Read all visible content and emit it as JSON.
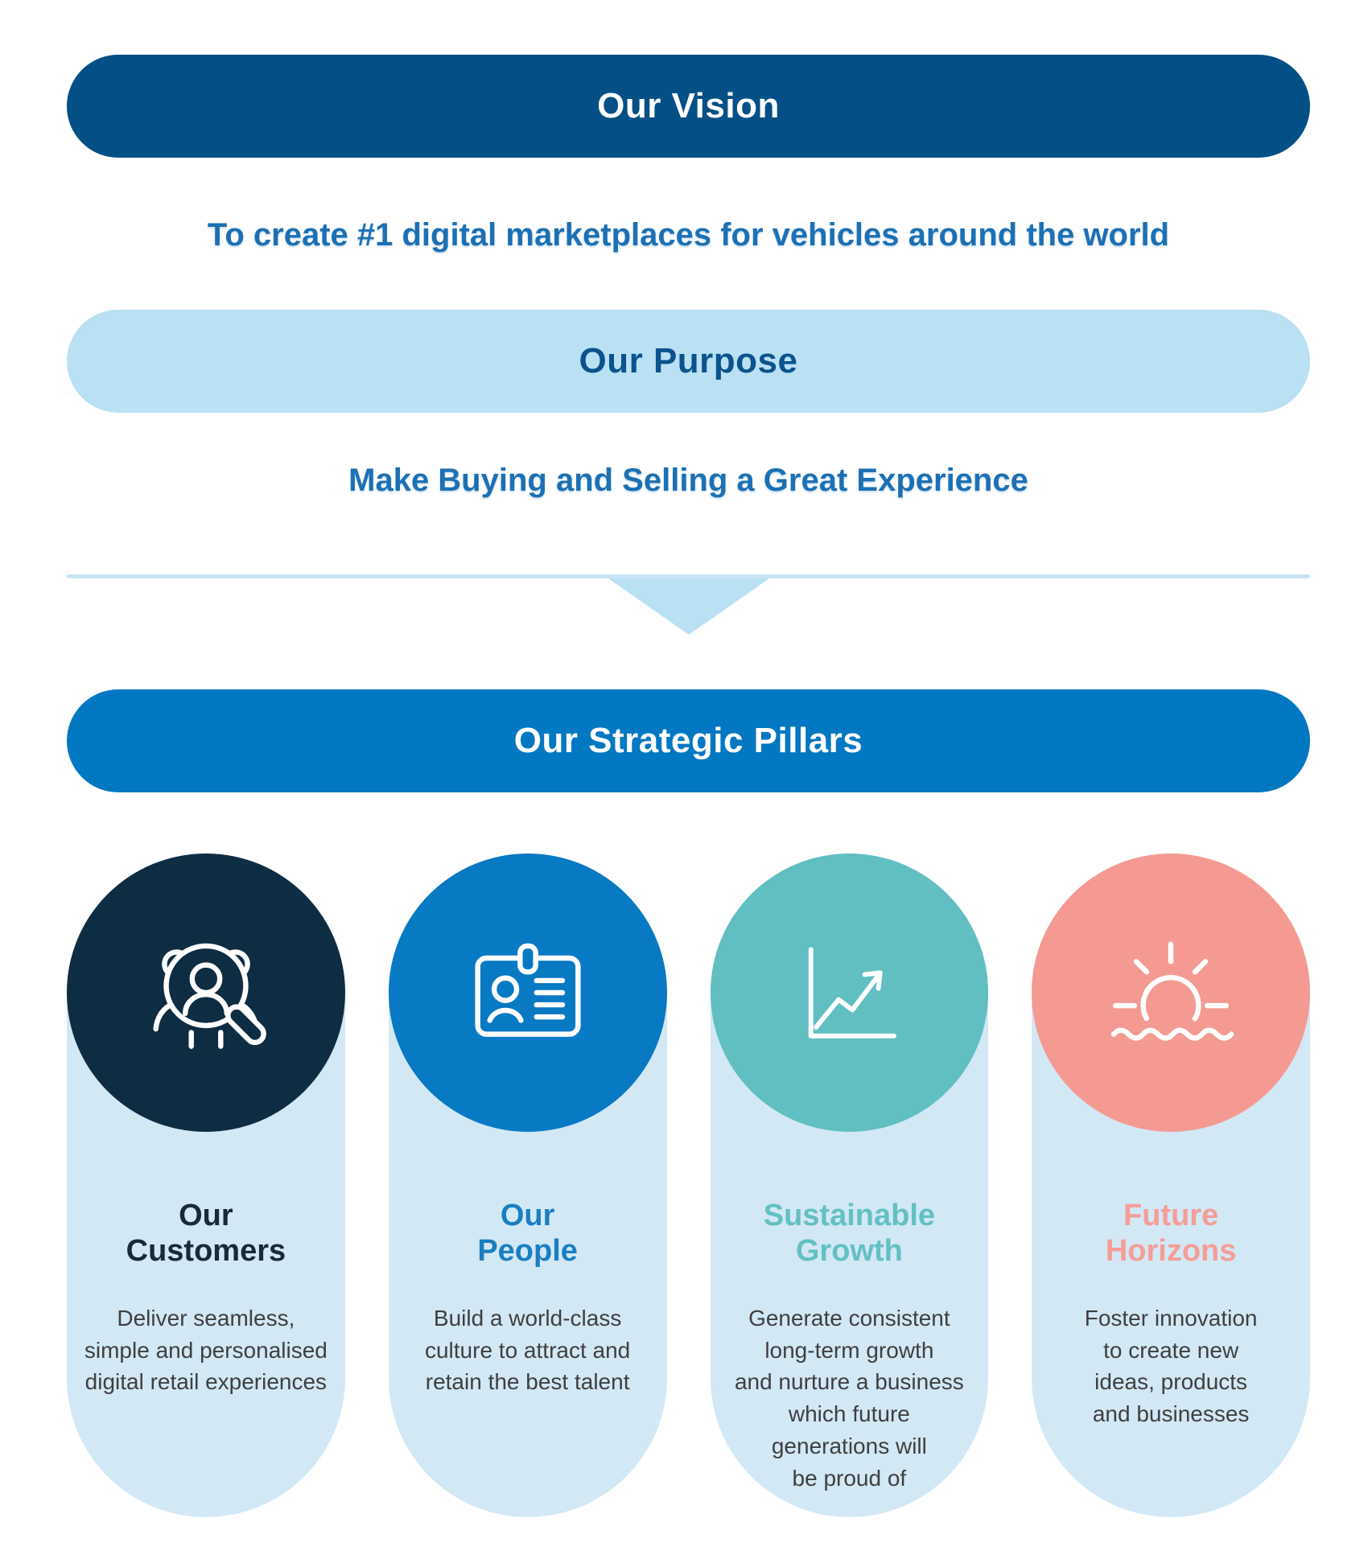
{
  "vision": {
    "label": "Our Vision",
    "bg": "#034f86",
    "text_color": "#ffffff",
    "statement": "To create #1 digital marketplaces for vehicles around the world"
  },
  "purpose": {
    "label": "Our Purpose",
    "bg": "#b9e0f3",
    "text_color": "#0b538c",
    "statement": "Make Buying and Selling a Great Experience"
  },
  "strategic": {
    "label": "Our Strategic Pillars",
    "bg": "#0378c2",
    "text_color": "#ffffff"
  },
  "divider": {
    "line_color": "#c7e6f5",
    "arrow_color": "#b9e0f3"
  },
  "colors": {
    "statement_text": "#1c70b4",
    "card_bg": "#d2e8f5",
    "body_text": "#3f3f3f"
  },
  "pillars": [
    {
      "title": "Our\nCustomers",
      "title_color": "#17293b",
      "circle_color": "#0e2c42",
      "icon": "people-search-icon",
      "description": "Deliver seamless,\nsimple and personalised\ndigital retail experiences"
    },
    {
      "title": "Our\nPeople",
      "title_color": "#1b7ec2",
      "circle_color": "#0879c3",
      "icon": "id-badge-icon",
      "description": "Build a world-class\nculture to attract and\nretain the best talent"
    },
    {
      "title": "Sustainable\nGrowth",
      "title_color": "#63c0c3",
      "circle_color": "#61bfc2",
      "icon": "growth-chart-icon",
      "description": "Generate consistent\nlong-term growth\nand nurture a business\nwhich future\ngenerations will\nbe proud of"
    },
    {
      "title": "Future\nHorizons",
      "title_color": "#f59d97",
      "circle_color": "#f49a93",
      "icon": "sunrise-icon",
      "description": "Foster innovation\nto create new\nideas, products\nand businesses"
    }
  ]
}
